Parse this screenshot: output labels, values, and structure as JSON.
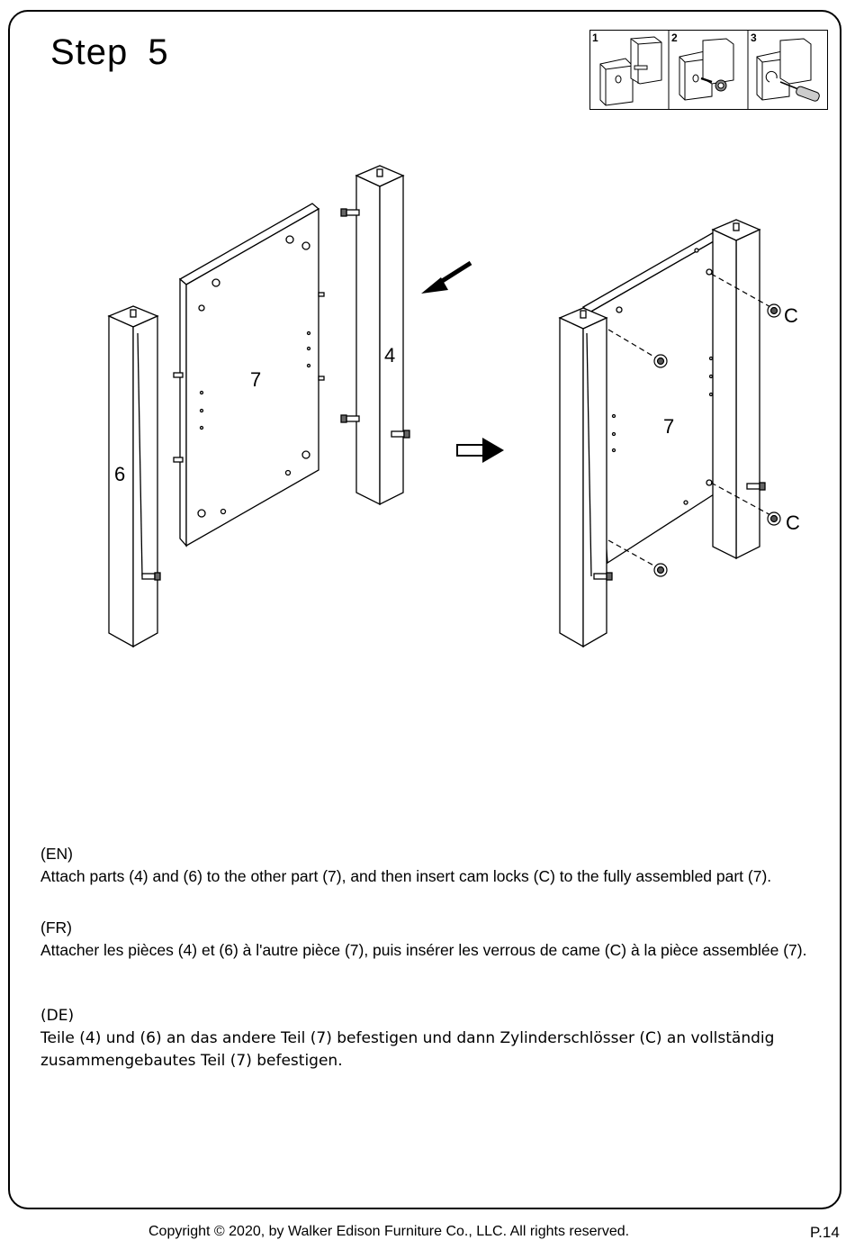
{
  "step": {
    "title": "Step  5"
  },
  "hardware_legend": {
    "panels": [
      "1",
      "2",
      "3"
    ]
  },
  "parts": {
    "leg_left": "6",
    "panel": "7",
    "leg_right": "4",
    "assembled_panel": "7",
    "cam_lock_top": "C",
    "cam_lock_bottom": "C"
  },
  "instructions": {
    "en_heading": "(EN)",
    "en_text": "Attach  parts (4) and (6) to  the  other  part (7),  and  then  insert  cam  locks (C) to  the  fully assembled part (7).",
    "fr_heading": "(FR)",
    "fr_text": "Attacher les pièces (4) et (6) à l'autre pièce (7), puis insérer les verrous de came (C) à la pièce assemblée (7).",
    "de_heading": "(DE)",
    "de_text": "Teile (4) und (6) an das andere Teil (7) befestigen und dann Zylinderschlösser (C) an vollständig zusammengebautes Teil (7) befestigen."
  },
  "footer": {
    "copyright": "Copyright  © 2020, by Walker Edison Furniture Co., LLC. All rights reserved.",
    "page": "P.14"
  }
}
